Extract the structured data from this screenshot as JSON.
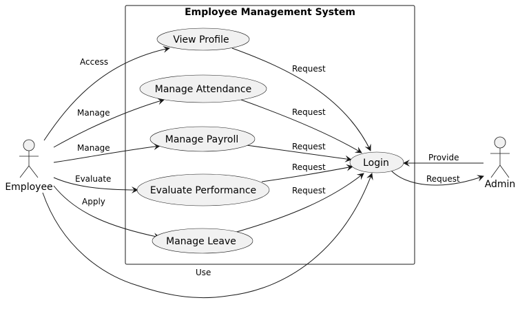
{
  "diagram": {
    "title": "Employee Management System",
    "actors": {
      "employee": "Employee",
      "admin": "Admin"
    },
    "use_cases": {
      "view_profile": "View Profile",
      "manage_attendance": "Manage Attendance",
      "manage_payroll": "Manage Payroll",
      "evaluate_performance": "Evaluate Performance",
      "manage_leave": "Manage Leave",
      "login": "Login"
    },
    "edge_labels": {
      "access": "Access",
      "manage_attendance": "Manage",
      "manage_payroll": "Manage",
      "evaluate": "Evaluate",
      "apply": "Apply",
      "use": "Use",
      "req_profile": "Request",
      "req_attendance": "Request",
      "req_payroll": "Request",
      "req_performance": "Request",
      "req_leave": "Request",
      "provide": "Provide",
      "request_admin": "Request"
    }
  },
  "colors": {
    "usecase_fill": "#f1f1f1",
    "stroke": "#181818",
    "background": "#ffffff"
  }
}
